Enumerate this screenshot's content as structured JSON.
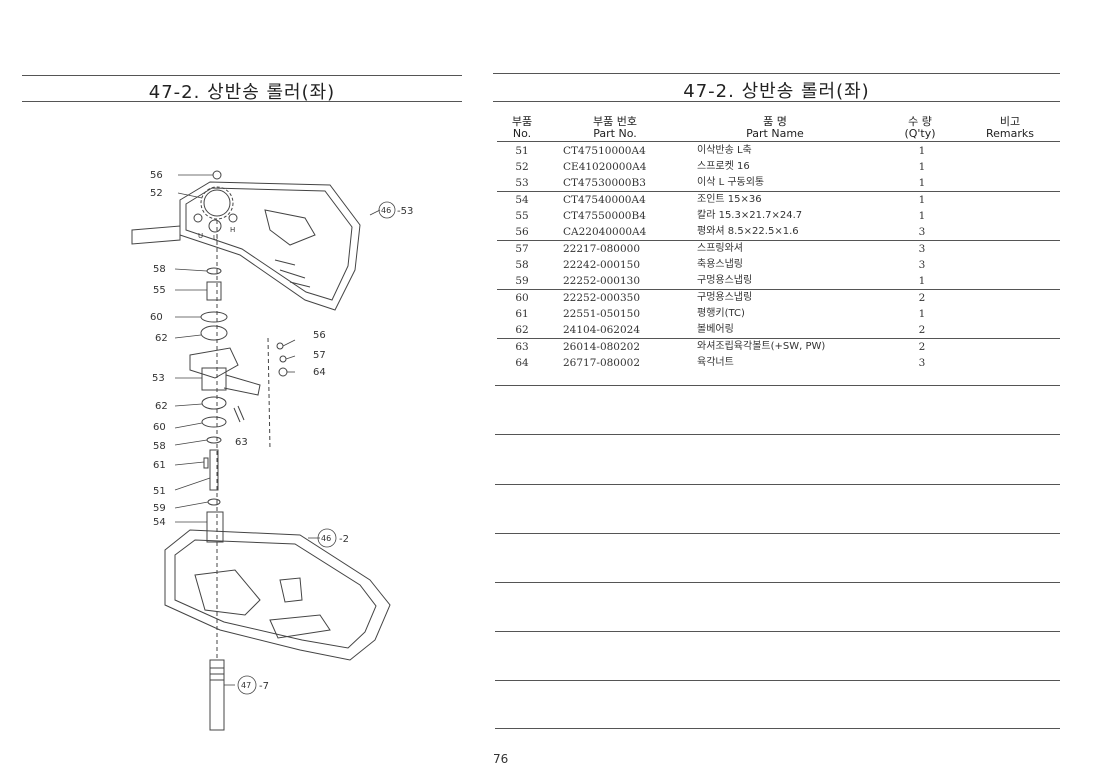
{
  "left_title": "47-2. 상반송 롤러(좌)",
  "right_title": "47-2. 상반송 롤러(좌)",
  "table_header": {
    "no_ko": "부품",
    "no_en": "No.",
    "part_ko": "부품  번호",
    "part_en": "Part   No.",
    "name_ko": "품          명",
    "name_en": "Part      Name",
    "qty_ko": "수   량",
    "qty_en": "(Q'ty)",
    "remarks_ko": "비고",
    "remarks_en": "Remarks"
  },
  "rows": [
    {
      "no": "51",
      "part": "CT47510000A4",
      "name": "이삭반송 L축",
      "qty": "1"
    },
    {
      "no": "52",
      "part": "CE41020000A4",
      "name": "스프로켓 16",
      "qty": "1"
    },
    {
      "no": "53",
      "part": "CT47530000B3",
      "name": "이삭 L 구동외통",
      "qty": "1"
    },
    {
      "no": "54",
      "part": "CT47540000A4",
      "name": "조인트 15×36",
      "qty": "1"
    },
    {
      "no": "55",
      "part": "CT47550000B4",
      "name": "칼라 15.3×21.7×24.7",
      "qty": "1"
    },
    {
      "no": "56",
      "part": "CA22040000A4",
      "name": "평와셔 8.5×22.5×1.6",
      "qty": "3"
    },
    {
      "no": "57",
      "part": "22217-080000",
      "name": "스프링와셔",
      "qty": "3"
    },
    {
      "no": "58",
      "part": "22242-000150",
      "name": "축용스냅링",
      "qty": "3"
    },
    {
      "no": "59",
      "part": "22252-000130",
      "name": "구멍용스냅링",
      "qty": "1"
    },
    {
      "no": "60",
      "part": "22252-000350",
      "name": "구멍용스냅링",
      "qty": "2"
    },
    {
      "no": "61",
      "part": "22551-050150",
      "name": "평행키(TC)",
      "qty": "1"
    },
    {
      "no": "62",
      "part": "24104-062024",
      "name": "볼베어링",
      "qty": "2"
    },
    {
      "no": "63",
      "part": "26014-080202",
      "name": "와셔조립육각볼트(+SW, PW)",
      "qty": "2"
    },
    {
      "no": "64",
      "part": "26717-080002",
      "name": "육각너트",
      "qty": "3"
    }
  ],
  "callouts": {
    "c56a": "56",
    "c52": "52",
    "c46_53": "-53",
    "c46a": "46",
    "c58a": "58",
    "c55": "55",
    "c60a": "60",
    "c62a": "62",
    "c56b": "56",
    "c57": "57",
    "c64": "64",
    "c53": "53",
    "c62b": "62",
    "c60b": "60",
    "c63": "63",
    "c58b": "58",
    "c61": "61",
    "c51": "51",
    "c59": "59",
    "c54": "54",
    "c46b": "46",
    "c46_2": "-2",
    "c47": "47",
    "c47_7": "-7",
    "u1": "U",
    "u2": "U",
    "h1": "H"
  },
  "page_number": "76"
}
